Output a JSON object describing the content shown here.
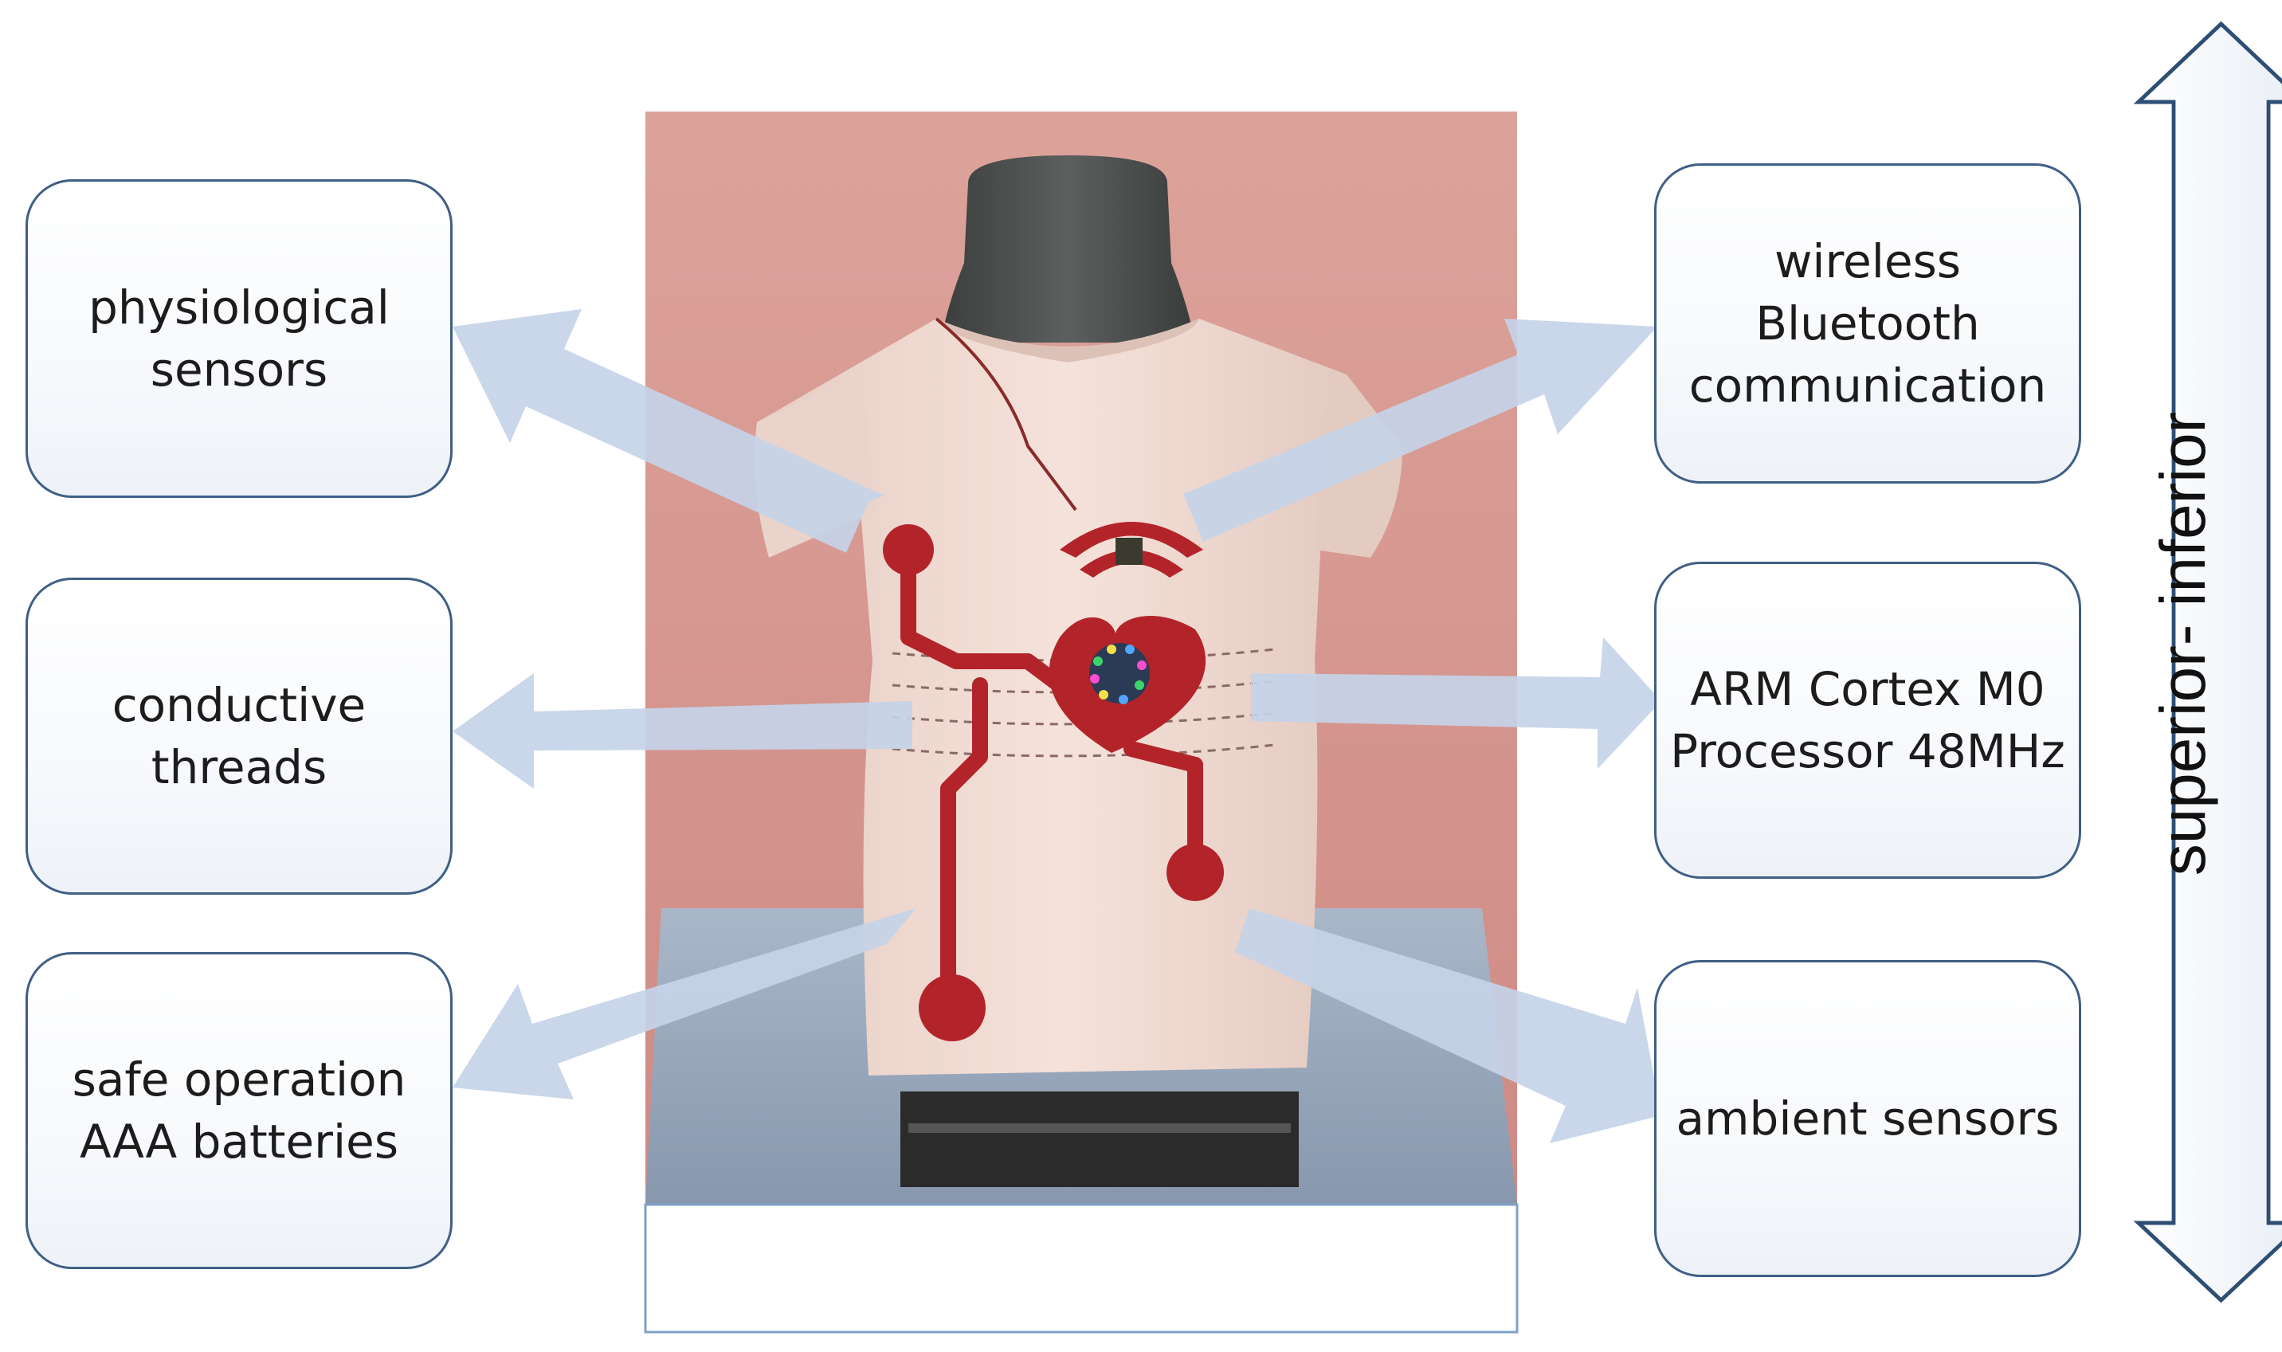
{
  "labels": {
    "physiological_sensors": "physiological\nsensors",
    "conductive_threads": "conductive\nthreads",
    "safe_operation": "safe operation\nAAA batteries",
    "wireless_bluetooth": "wireless\nBluetooth\ncommunication",
    "arm_processor": "ARM Cortex M0\nProcessor 48MHz",
    "ambient_sensors": "ambient sensors"
  },
  "axis": {
    "label": "superior- inferior"
  },
  "photo": {
    "subject": "smart-t-shirt-on-mannequin",
    "caption": ""
  },
  "colors": {
    "box_border": "#3f5f86",
    "arrow_fill": "#c5d3e8",
    "axis_arrow_stroke": "#2e4e74",
    "wall": "#d9958f",
    "shirt": "#f1dbd3",
    "circuit_red": "#b3242a",
    "mannequin": "#4a4d4c",
    "cloth_blue": "#9aa9bd"
  }
}
